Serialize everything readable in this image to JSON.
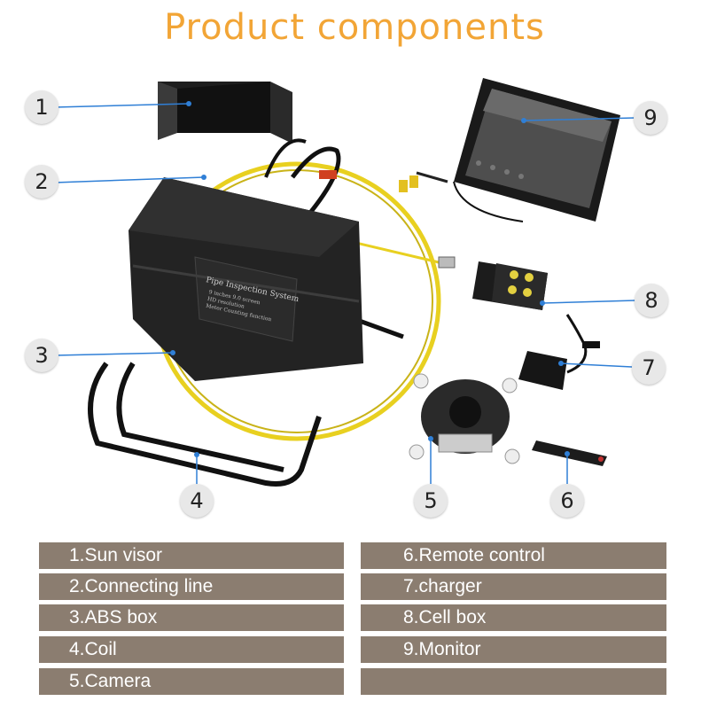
{
  "header": {
    "title": "Product components"
  },
  "markers": [
    "1",
    "2",
    "3",
    "4",
    "5",
    "6",
    "7",
    "8",
    "9"
  ],
  "product_label": {
    "line1": "Pipe Inspection System",
    "line2": "9 inches 9.0 screen",
    "line3": "HD resolution",
    "line4": "Meter Counting function"
  },
  "legend": {
    "left": [
      "1.Sun visor",
      "2.Connecting line",
      "3.ABS box",
      "4.Coil",
      "5.Camera"
    ],
    "right": [
      "6.Remote control",
      "7.charger",
      "8.Cell box",
      "9.Monitor",
      ""
    ]
  },
  "colors": {
    "title": "#f2a536",
    "legend_bg": "#8b7d70",
    "leader_line": "#2f7fd6",
    "cable": "#e8d020",
    "case": "#1c1c1c"
  }
}
